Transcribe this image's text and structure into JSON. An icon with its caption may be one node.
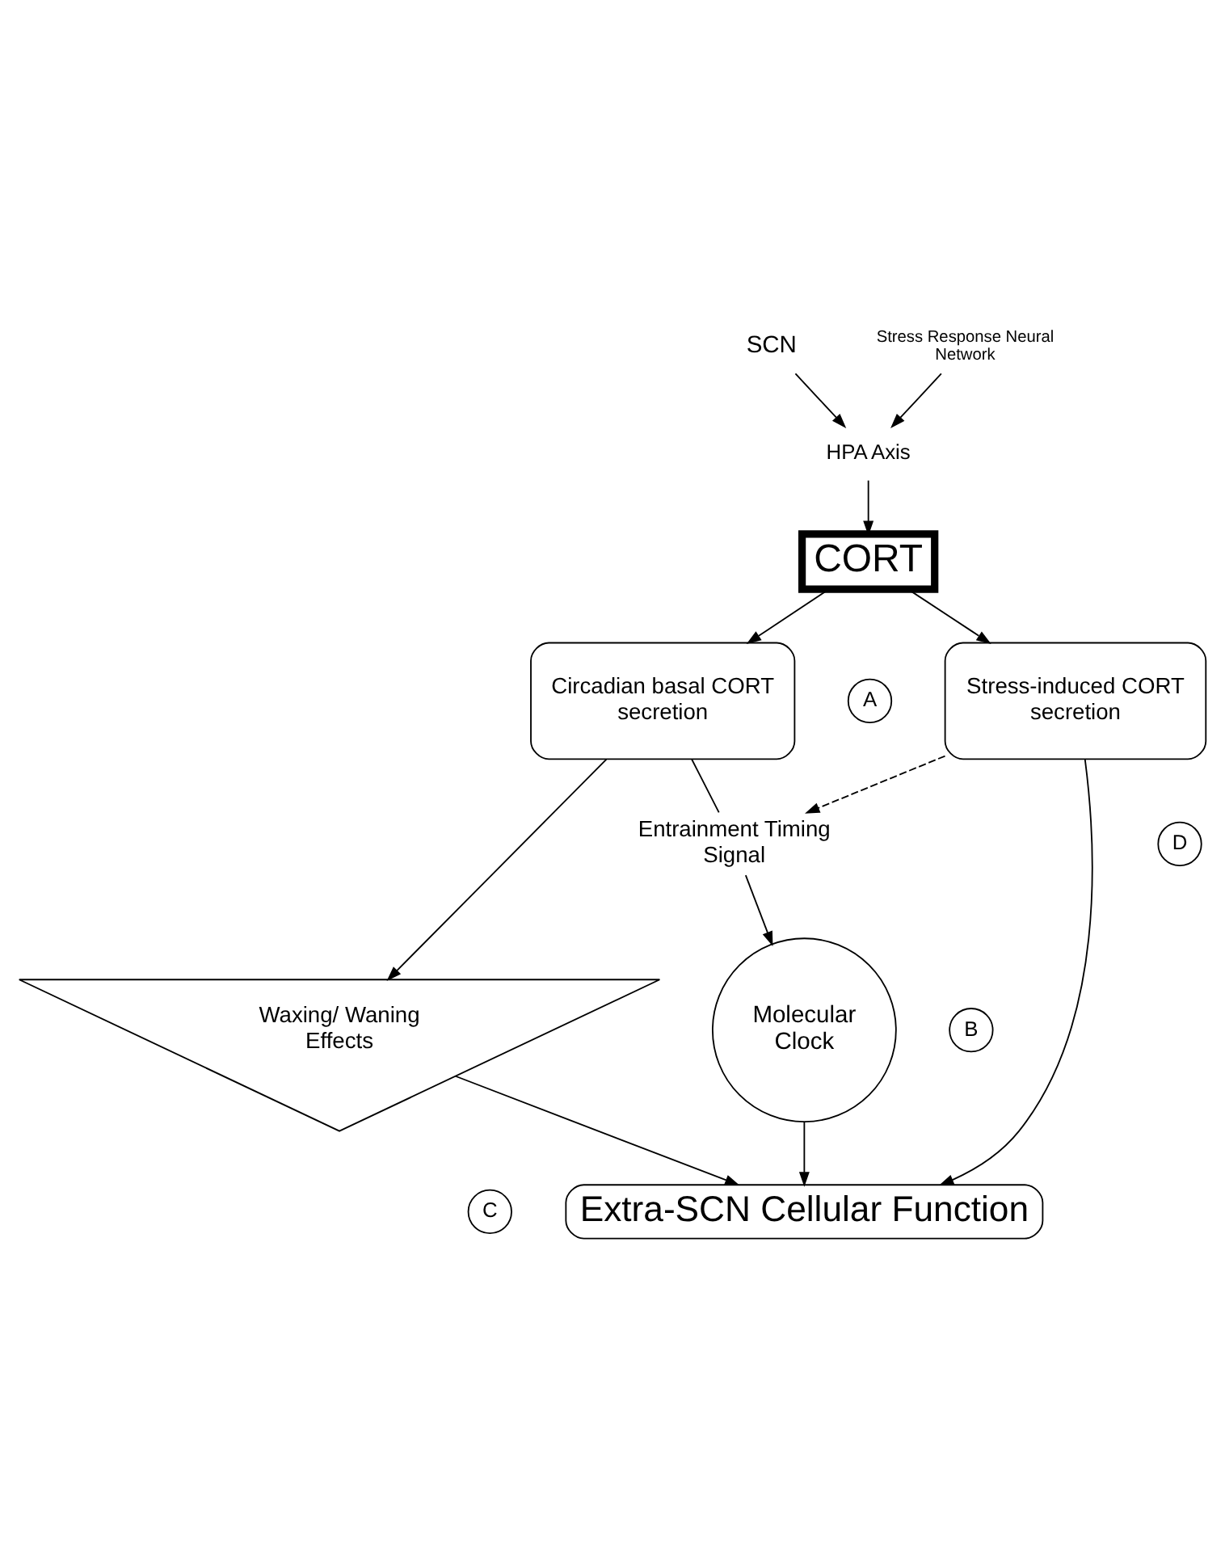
{
  "diagram": {
    "nodes": [
      {
        "text": [
          "SCN"
        ]
      },
      {
        "text": [
          "Stress Response Neural Network"
        ]
      },
      {
        "text": [
          "HPA Axis"
        ]
      },
      {
        "text": [
          "CORT"
        ]
      },
      {
        "text": [
          "A"
        ]
      },
      {
        "text": [
          "Circadian basal CORT secretion"
        ]
      },
      {
        "text": [
          "Stress-induced CORT secretion"
        ]
      },
      {
        "text": [
          "Entrainment Timing Signal"
        ]
      },
      {
        "text": [
          "D"
        ]
      },
      {
        "text": [
          "B"
        ]
      },
      {
        "text": [
          "Waxing/ Waning Effects"
        ]
      },
      {
        "text": [
          "Molecular Clock"
        ]
      },
      {
        "text": [
          "C"
        ]
      },
      {
        "text": [
          "Extra-SCN Cellular Function"
        ]
      }
    ],
    "edges": [
      {
        "from": 0,
        "to": 2,
        "arrow": "to"
      },
      {
        "from": 1,
        "to": 2,
        "arrow": "to"
      },
      {
        "from": 2,
        "to": 3,
        "arrow": "to"
      },
      {
        "from": 3,
        "to": 5,
        "arrow": "to"
      },
      {
        "from": 3,
        "to": 6,
        "arrow": "to"
      },
      {
        "from": 5,
        "to": 10,
        "arrow": "to"
      },
      {
        "from": 5,
        "to": 7,
        "arrow": "none"
      },
      {
        "from": 7,
        "to": 11,
        "arrow": "to"
      },
      {
        "from": 6,
        "to": 7,
        "arrow": "to",
        "style": "dashed"
      },
      {
        "from": 10,
        "to": 13,
        "arrow": "to"
      },
      {
        "from": 11,
        "to": 13,
        "arrow": "to"
      },
      {
        "from": 6,
        "to": 13,
        "arrow": "to"
      }
    ]
  }
}
